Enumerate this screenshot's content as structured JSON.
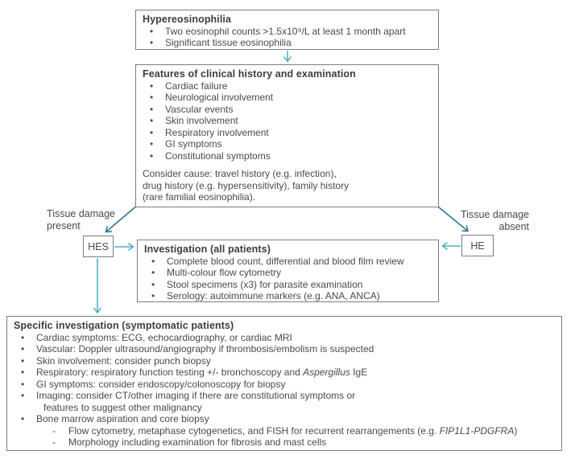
{
  "ui": {
    "bullet": "•",
    "dash": "-"
  },
  "colors": {
    "arrow_teal": "#4bb1c1",
    "arrow_dark_teal": "#2a7490",
    "box_border": "#7d7d7d",
    "text": "#4a4a4a"
  },
  "hyper": {
    "title": "Hypereosinophilia",
    "bullets": [
      "Two eosinophil counts >1.5x10⁹/L at least 1 month apart",
      "Significant tissue eosinophilia"
    ]
  },
  "features": {
    "title": "Features of clinical history and examination",
    "bullets": [
      "Cardiac failure",
      "Neurological involvement",
      "Vascular events",
      "Skin involvement",
      "Respiratory involvement",
      "GI symptoms",
      "Constitutional symptoms"
    ],
    "note_lines": [
      "Consider cause: travel history (e.g. infection),",
      "drug history (e.g. hypersensitivity), family history",
      "(rare familial eosinophilia)."
    ]
  },
  "left_branch": {
    "label_line1": "Tissue damage",
    "label_line2": "present",
    "node": "HES"
  },
  "right_branch": {
    "label_line1": "Tissue damage",
    "label_line2": "absent",
    "node": "HE"
  },
  "investigation": {
    "title": "Investigation (all patients)",
    "bullets": [
      "Complete blood count, differential and blood film review",
      "Multi-colour flow cytometry",
      "Stool specimens (x3) for parasite examination",
      "Serology: autoimmune markers (e.g. ANA, ANCA)"
    ]
  },
  "specific": {
    "title": "Specific investigation (symptomatic patients)",
    "bullets": [
      "Cardiac symptoms: ECG, echocardiography, or cardiac MRI",
      "Vascular: Doppler ultrasound/angiography if thrombosis/embolism is suspected",
      "Skin involvement: consider punch biopsy",
      {
        "pre": "Respiratory: respiratory function testing +/- bronchoscopy and ",
        "italic": "Aspergillus",
        "post": " IgE"
      },
      "GI symptoms: consider endoscopy/colonoscopy for biopsy",
      {
        "line1": "Imaging: consider CT/other imaging if there are constitutional symptoms or",
        "line2": "features to suggest other malignancy"
      },
      "Bone marrow aspiration and core biopsy"
    ],
    "sub_bullets": [
      {
        "pre": "Flow cytometry, metaphase cytogenetics, and FISH for recurrent rearrangements (e.g. ",
        "italic": "FIP1L1-PDGFRA",
        "post": ")"
      },
      "Morphology including examination for fibrosis and mast cells"
    ]
  }
}
